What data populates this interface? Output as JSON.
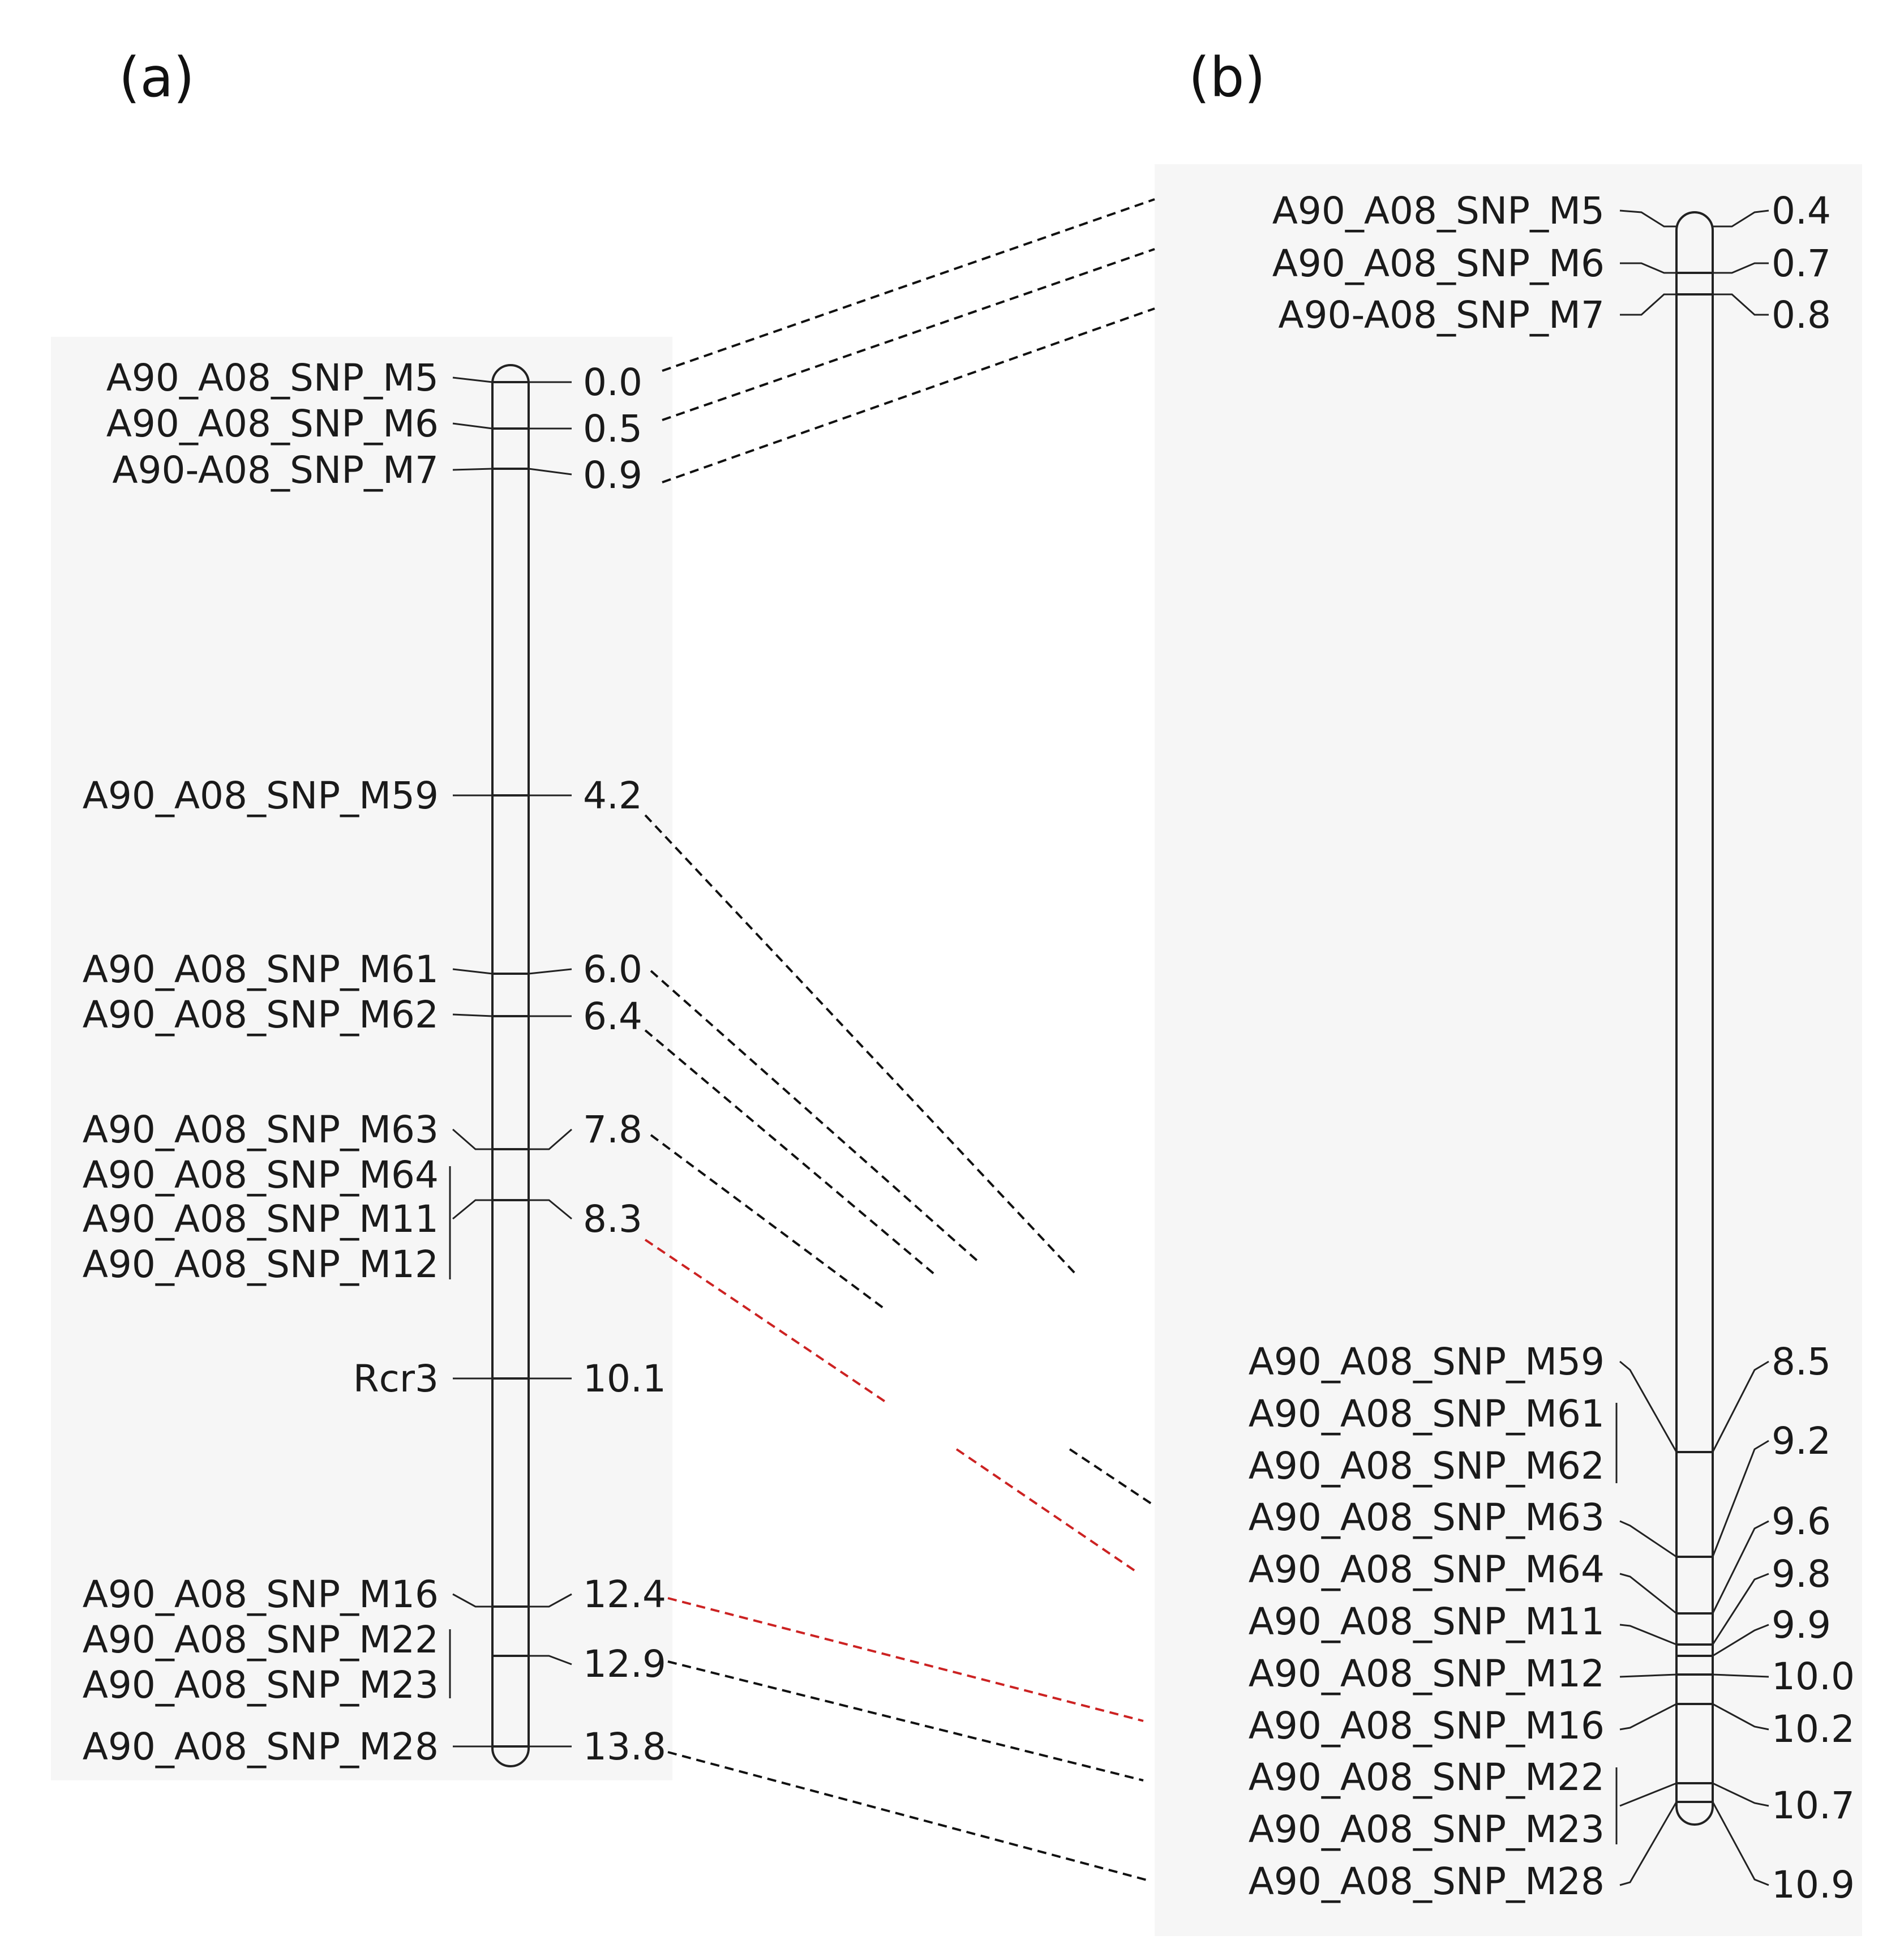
{
  "panels": {
    "a": {
      "title": "(a)",
      "markers": [
        {
          "name": "A90_A08_SNP_M5",
          "pos": "0.0"
        },
        {
          "name": "A90_A08_SNP_M6",
          "pos": "0.5"
        },
        {
          "name": "A90-A08_SNP_M7",
          "pos": "0.9"
        },
        {
          "name": "A90_A08_SNP_M59",
          "pos": "4.2"
        },
        {
          "name": "A90_A08_SNP_M61",
          "pos": "6.0"
        },
        {
          "name": "A90_A08_SNP_M62",
          "pos": "6.4"
        },
        {
          "name": "A90_A08_SNP_M63",
          "pos": "7.8"
        },
        {
          "name": "A90_A08_SNP_M64",
          "pos": ""
        },
        {
          "name": "A90_A08_SNP_M11",
          "pos": "8.3"
        },
        {
          "name": "A90_A08_SNP_M12",
          "pos": ""
        },
        {
          "name": "Rcr3",
          "pos": "10.1"
        },
        {
          "name": "A90_A08_SNP_M16",
          "pos": "12.4"
        },
        {
          "name": "A90_A08_SNP_M22",
          "pos": "12.9"
        },
        {
          "name": "A90_A08_SNP_M23",
          "pos": ""
        },
        {
          "name": "A90_A08_SNP_M28",
          "pos": "13.8"
        }
      ]
    },
    "b": {
      "title": "(b)",
      "markers": [
        {
          "name": "A90_A08_SNP_M5",
          "pos": "0.4"
        },
        {
          "name": "A90_A08_SNP_M6",
          "pos": "0.7"
        },
        {
          "name": "A90-A08_SNP_M7",
          "pos": "0.8"
        },
        {
          "name": "A90_A08_SNP_M59",
          "pos": "8.5"
        },
        {
          "name": "A90_A08_SNP_M61",
          "pos": "9.2"
        },
        {
          "name": "A90_A08_SNP_M62",
          "pos": ""
        },
        {
          "name": "A90_A08_SNP_M63",
          "pos": "9.6"
        },
        {
          "name": "A90_A08_SNP_M64",
          "pos": "9.8"
        },
        {
          "name": "A90_A08_SNP_M11",
          "pos": "9.9"
        },
        {
          "name": "A90_A08_SNP_M12",
          "pos": "10.0"
        },
        {
          "name": "A90_A08_SNP_M16",
          "pos": "10.2"
        },
        {
          "name": "A90_A08_SNP_M22",
          "pos": "10.7"
        },
        {
          "name": "A90_A08_SNP_M23",
          "pos": ""
        },
        {
          "name": "A90_A08_SNP_M28",
          "pos": "10.9"
        }
      ]
    }
  },
  "colors": {
    "connector": "#111111",
    "highlight": "#cc2222",
    "panel_bg": "#f6f6f6"
  }
}
